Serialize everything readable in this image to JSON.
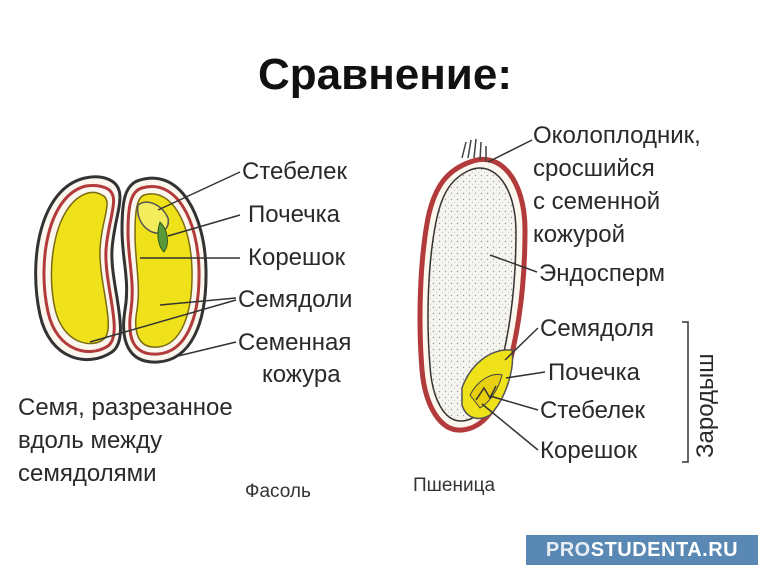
{
  "title": "Сравнение:",
  "bean": {
    "labels": {
      "stem": "Стебелек",
      "bud": "Почечка",
      "root": "Корешок",
      "cotyledons": "Семядоли",
      "seed_coat_1": "Семенная",
      "seed_coat_2": "кожура"
    },
    "caption": [
      "Семя, разрезанное",
      "вдоль между",
      "семядолями"
    ],
    "name": "Фасоль"
  },
  "wheat": {
    "labels": {
      "pericarp_1": "Околоплодник,",
      "pericarp_2": "сросшийся",
      "pericarp_3": "с семенной",
      "pericarp_4": "кожурой",
      "endosperm": "Эндосперм",
      "cotyledon": "Семядоля",
      "bud": "Почечка",
      "stem": "Стебелек",
      "root": "Корешок"
    },
    "embryo": "Зародыш",
    "name": "Пшеница"
  },
  "watermark": {
    "pro": "PRO",
    "rest": "STUDENTA.RU"
  },
  "colors": {
    "yellow": "#f0e21a",
    "coat": "#b23a3a",
    "outline": "#333333"
  }
}
